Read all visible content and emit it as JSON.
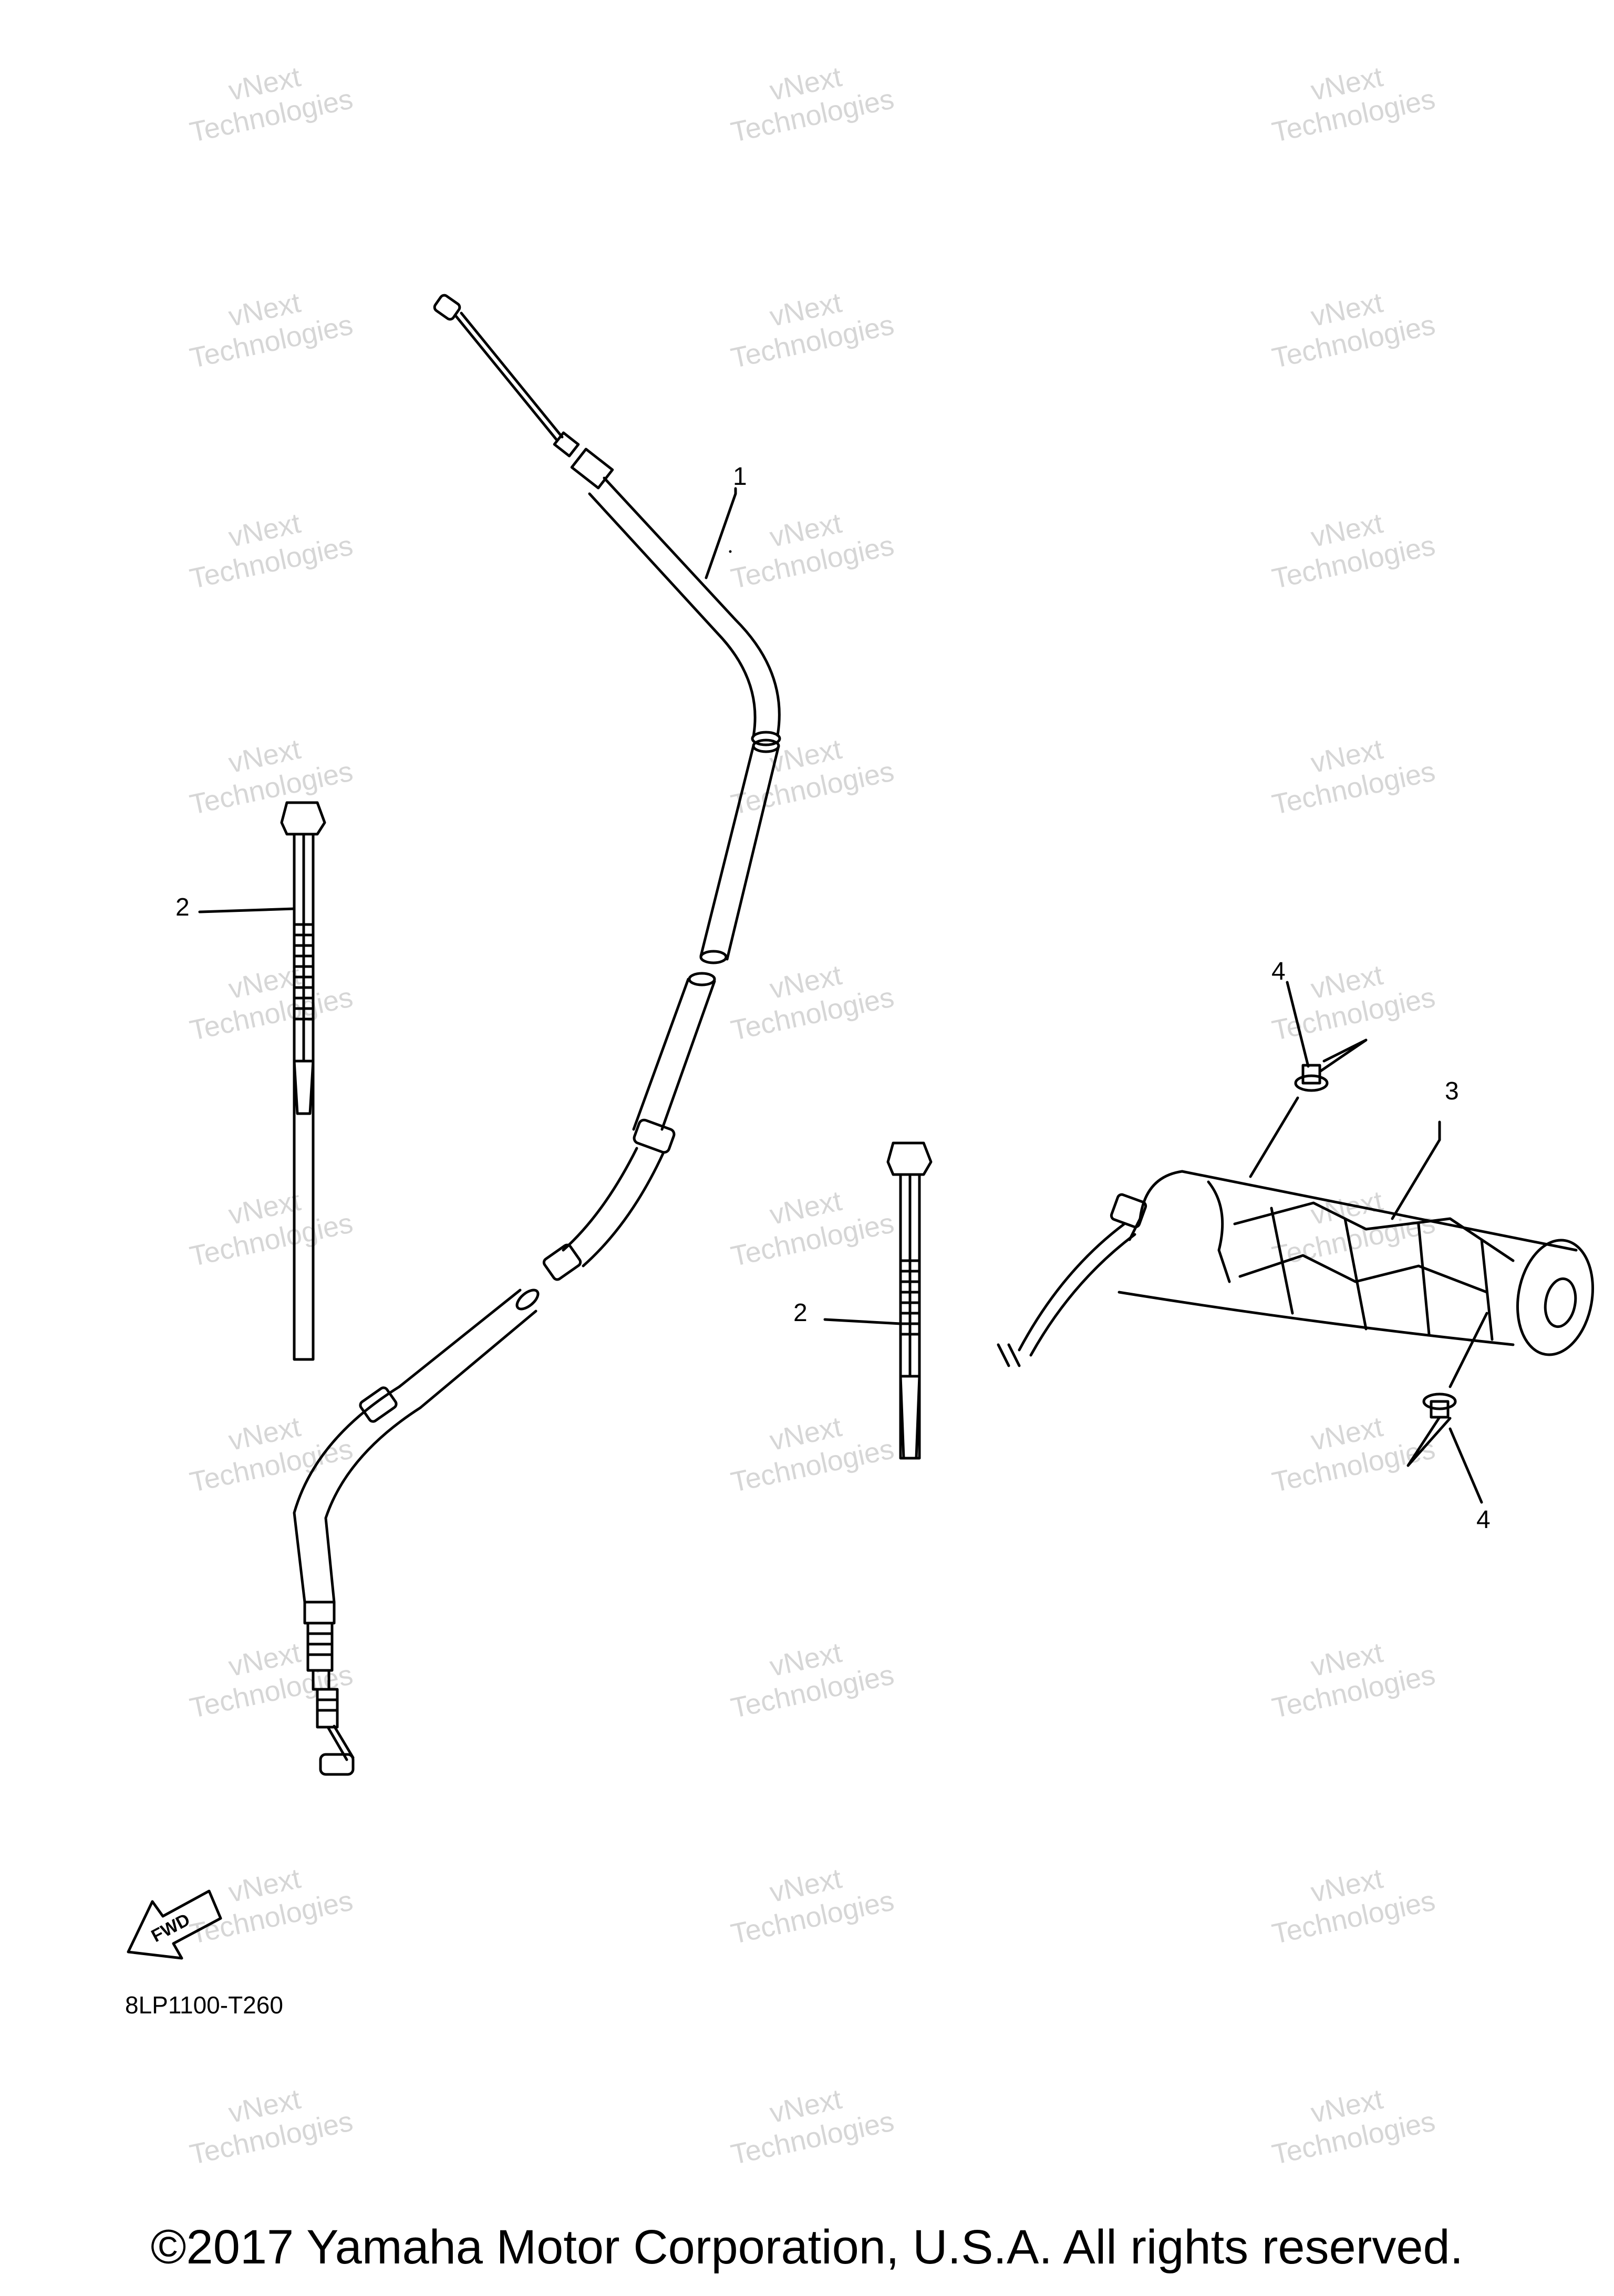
{
  "watermark": {
    "line1": "vNext",
    "line2": "Technologies"
  },
  "callouts": {
    "cable": "1",
    "tie_left": "2",
    "tie_right": "2",
    "grip": "3",
    "pin_top": "4",
    "pin_bottom": "4"
  },
  "fwd_label": "FWD",
  "drawing_code": "8LP1100-T260",
  "copyright": "©2017 Yamaha Motor Corporation, U.S.A. All rights reserved.",
  "colors": {
    "line": "#000000",
    "watermark": "#d6d6d6",
    "background": "#ffffff"
  },
  "icons": [
    "fwd-arrow-icon"
  ]
}
